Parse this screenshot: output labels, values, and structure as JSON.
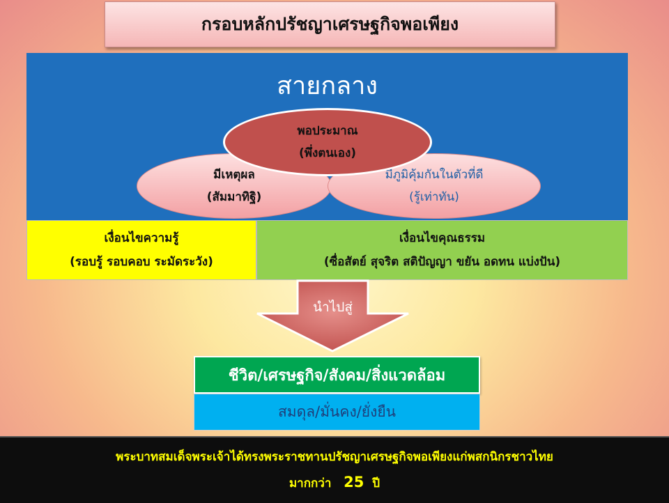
{
  "title": "กรอบหลักปรัชญาเศรษฐกิจพอเพียง",
  "middle_path": "สายกลาง",
  "principles": {
    "moderation": {
      "title": "พอประมาณ",
      "detail": "(พึ่งตนเอง)"
    },
    "reasonableness": {
      "title": "มีเหตุผล",
      "detail": "(สัมมาทิฐิ)"
    },
    "immunity": {
      "title": "มีภูมิคุ้มกันในตัวที่ดี",
      "detail": "(รู้เท่าทัน)"
    }
  },
  "conditions": {
    "knowledge": {
      "title": "เงื่อนไขความรู้",
      "detail": "(รอบรู้ รอบคอบ ระมัดระวัง)"
    },
    "morality": {
      "title": "เงื่อนไขคุณธรรม",
      "detail": "(ซื่อสัตย์ สุจริต สติปัญญา ขยัน อดทน แบ่งปัน)"
    }
  },
  "arrow_label": "นำไปสู่",
  "outcome": {
    "domains": "ชีวิต/เศรษฐกิจ/สังคม/สิ่งแวดล้อม",
    "result": "สมดุล/มั่นคง/ยั่งยืน"
  },
  "footer": {
    "line1": "พระบาทสมเด็จพระเจ้าได้ทรงพระราชทานปรัชญาเศรษฐกิจพอเพียงแก่พสกนิกรชาวไทย",
    "line2_prefix": "มากกว่า",
    "line2_number": "25",
    "line2_suffix": "ปี"
  },
  "colors": {
    "main_blue": "#1f6fbd",
    "moderation_red": "#c0504d",
    "knowledge_yellow": "#ffff00",
    "morality_green": "#92d050",
    "life_green": "#00a651",
    "balance_blue": "#00b0f0"
  }
}
